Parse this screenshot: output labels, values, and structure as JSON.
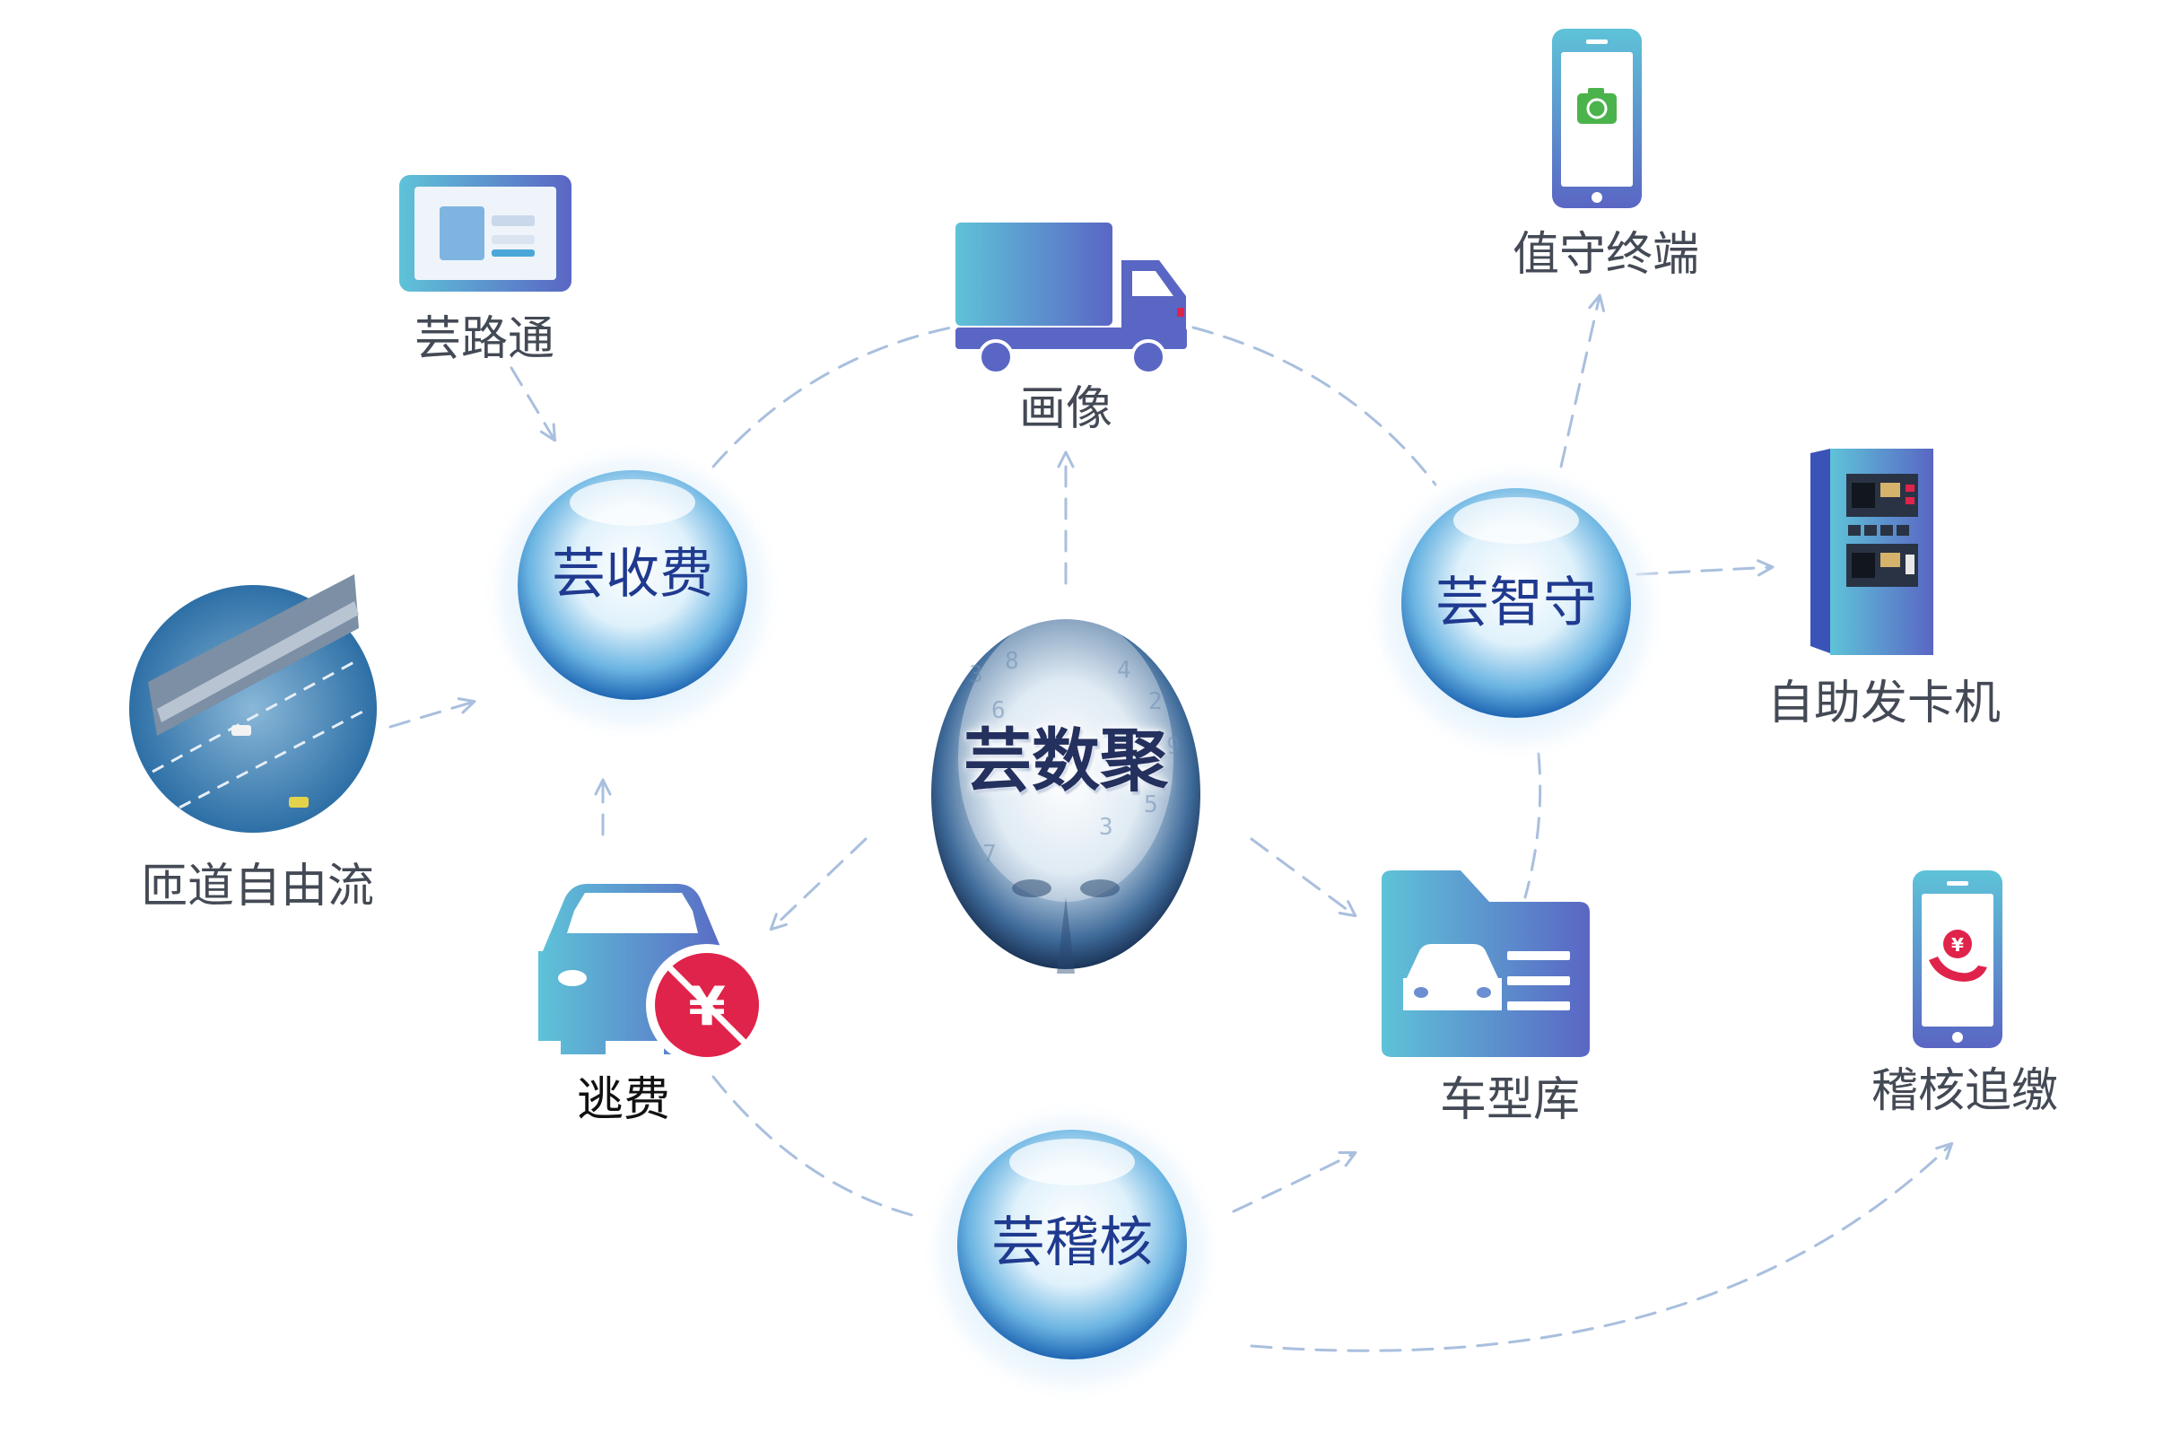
{
  "center": {
    "label": "芸数聚"
  },
  "hubs": {
    "toll": "芸收费",
    "guard": "芸智守",
    "audit": "芸稽核"
  },
  "nodes": {
    "app": "芸路通",
    "ramp": "匝道自由流",
    "profile": "画像",
    "evasion": "逃费",
    "vehicle_db": "车型库",
    "terminal": "值守终端",
    "card_machine": "自助发卡机",
    "recovery": "稽核追缴"
  },
  "icons": {
    "tablet": "tablet-icon",
    "toll-plaza": "toll-plaza-icon",
    "truck": "truck-icon",
    "car-no-fee": "car-no-fee-icon",
    "vehicle-folder": "vehicle-folder-icon",
    "phone-camera": "phone-camera-icon",
    "kiosk": "kiosk-icon",
    "phone-payment": "phone-payment-icon"
  },
  "colors": {
    "dash": "#a9bfde",
    "icon_light": "#5ec3d8",
    "icon_dark": "#5a66c4",
    "orb_text": "#1f3a8f",
    "label": "#444a55",
    "red_badge": "#e0234a"
  },
  "symbols": {
    "yuan": "¥"
  }
}
